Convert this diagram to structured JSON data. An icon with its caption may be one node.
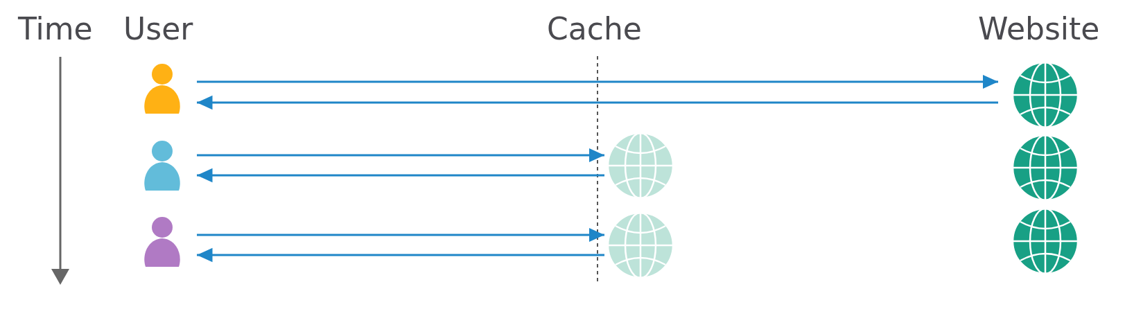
{
  "diagram": {
    "nodes": [
      {
        "text": [],
        "shape": "person"
      },
      {
        "text": [],
        "shape": "globe"
      },
      {
        "text": [],
        "shape": "person"
      },
      {
        "text": [],
        "shape": "globe"
      },
      {
        "text": [],
        "shape": "globe"
      },
      {
        "text": [],
        "shape": "person"
      },
      {
        "text": [],
        "shape": "globe"
      },
      {
        "text": [],
        "shape": "globe"
      }
    ],
    "edges": [
      {
        "from": 0,
        "to": 1,
        "arrow": "to"
      },
      {
        "from": 1,
        "to": 0,
        "arrow": "to"
      },
      {
        "from": 2,
        "to": 3,
        "arrow": "to"
      },
      {
        "from": 3,
        "to": 2,
        "arrow": "to"
      },
      {
        "from": 5,
        "to": 6,
        "arrow": "to"
      },
      {
        "from": 6,
        "to": 5,
        "arrow": "to"
      }
    ],
    "labels": [
      "Time",
      "User",
      "Cache",
      "Website"
    ]
  }
}
